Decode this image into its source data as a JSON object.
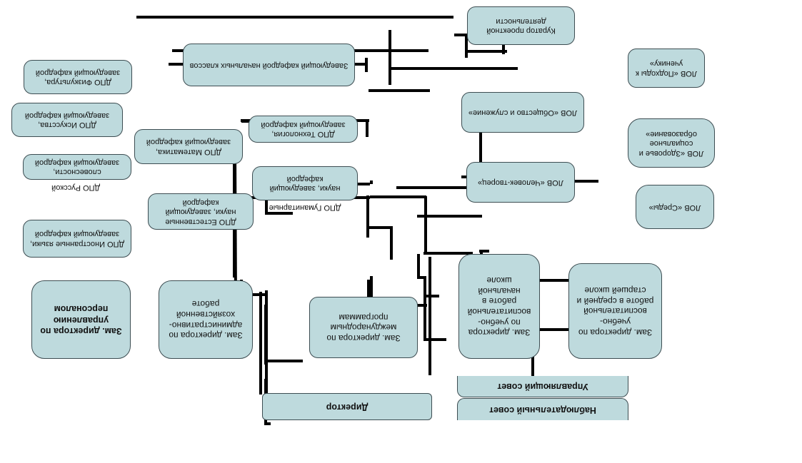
{
  "nodes": {
    "kurator": "Куратор проектной деятельности",
    "zav_nach": "Заведующий кафедрой начальных классов",
    "dpo_fizkult": "ДПО Физкультура, заведующий кафедрой",
    "lov_podhody": "ЛОВ «Подходы к ученику»",
    "dpo_iskusstvo": "ДПО Искусства, заведующий кафедрой",
    "lov_obshestvo": "ЛОВ «Общество и служение»",
    "dpo_tehnologia": "ДПО Технология, заведующий кафедрой",
    "dpo_matematika": "ДПО Математика, заведующий кафедрой",
    "lov_zdorovie": "ЛОВ «Здоровье и социальное образование»",
    "dpo_russkiy_box": "словесности, заведующий кафедрой",
    "dpo_russkiy_tail": "ДПО Русской",
    "dpo_gumanitarnye_box": "науки, заведующий кафедрой",
    "dpo_gumanitarnye_tail": "ДПО Гуманитарные",
    "lov_chelovek": "ЛОВ «Человек-творец»",
    "lov_sredy": "ЛОВ «Среды»",
    "dpo_estestvennye": "ДПО Естественные науки, заведующий кафедрой",
    "dpo_inostr": "ДПО Иностранные языки, заведующий кафедрой",
    "zam_personal": "Зам. директора по управлению персоналом",
    "zam_ahr": "Зам. директора по административно-хозяйственной работе",
    "zam_mezhdunar": "Зам. директора по международным программам",
    "zam_uvr_nach": "Зам. директора по учебно-воспитательной работе в начальной школе",
    "zam_uvr_sred": "Зам. директора по учебно-воспитательной работе в средней и старшей школе",
    "upravl_sovet": "Управляющий совет",
    "direktor": "Директор",
    "nabl_sovet": "Наблюдательный совет"
  },
  "colors": {
    "box_fill": "#bedadd",
    "box_border": "#3d4d52",
    "line": "#000000",
    "background": "#ffffff"
  }
}
